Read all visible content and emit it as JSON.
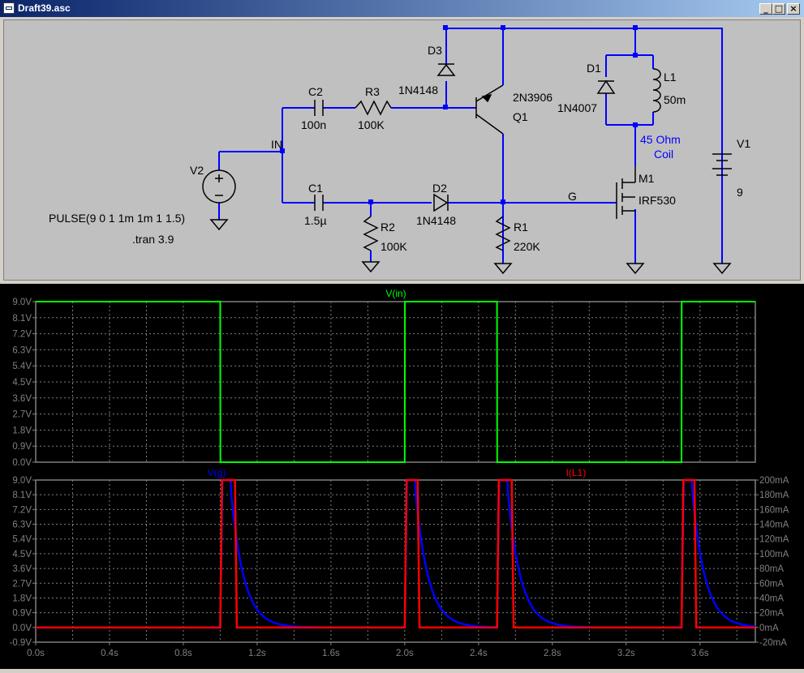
{
  "window": {
    "title": "Draft39.asc",
    "minimize": "_",
    "maximize": "□",
    "close": "×"
  },
  "schematic": {
    "labels": {
      "d3": "D3",
      "d3_model": "1N4148",
      "q1_model": "2N3906",
      "q1": "Q1",
      "d1": "D1",
      "d1_model": "1N4007",
      "l1": "L1",
      "l1_value": "50m",
      "coil_note_1": "45 Ohm",
      "coil_note_2": "Coil",
      "v1": "V1",
      "v1_value": "9",
      "c2": "C2",
      "c2_value": "100n",
      "r3": "R3",
      "r3_value": "100K",
      "in_label": "IN",
      "v2": "V2",
      "v2_value": "PULSE(9 0 1 1m 1m 1 1.5)",
      "tran": ".tran 3.9",
      "c1": "C1",
      "c1_value": "1.5µ",
      "d2": "D2",
      "d2_model": "1N4148",
      "r2": "R2",
      "r2_value": "100K",
      "r1": "R1",
      "r1_value": "220K",
      "m1": "M1",
      "m1_model": "IRF530",
      "g_label": "G"
    }
  },
  "plots": {
    "top": {
      "trace_label": "V(in)",
      "y_ticks": [
        "9.0V",
        "8.1V",
        "7.2V",
        "6.3V",
        "5.4V",
        "4.5V",
        "3.6V",
        "2.7V",
        "1.8V",
        "0.9V",
        "0.0V"
      ]
    },
    "bottom": {
      "trace_label_left": "V(g)",
      "trace_label_right": "I(L1)",
      "y_ticks_left": [
        "9.0V",
        "8.1V",
        "7.2V",
        "6.3V",
        "5.4V",
        "4.5V",
        "3.6V",
        "2.7V",
        "1.8V",
        "0.9V",
        "0.0V",
        "-0.9V"
      ],
      "y_ticks_right": [
        "200mA",
        "180mA",
        "160mA",
        "140mA",
        "120mA",
        "100mA",
        "80mA",
        "60mA",
        "40mA",
        "20mA",
        "0mA",
        "-20mA"
      ]
    },
    "x_ticks": [
      "0.0s",
      "0.4s",
      "0.8s",
      "1.2s",
      "1.6s",
      "2.0s",
      "2.4s",
      "2.8s",
      "3.2s",
      "3.6s"
    ]
  },
  "chart_data": [
    {
      "type": "line",
      "xlabel": "",
      "ylabel": "",
      "xlim": [
        0,
        3.9
      ],
      "ylim": [
        0,
        9
      ],
      "grid": true,
      "series": [
        {
          "name": "V(in)",
          "color": "#00ff00",
          "x": [
            0,
            1.0,
            1.001,
            2.0,
            2.001,
            2.5,
            2.501,
            3.5,
            3.501,
            3.9
          ],
          "y": [
            9,
            9,
            0,
            0,
            9,
            9,
            0,
            0,
            9,
            9
          ]
        }
      ]
    },
    {
      "type": "line",
      "xlabel": "",
      "ylabel": "",
      "xlim": [
        0,
        3.9
      ],
      "ylim": [
        -0.9,
        9
      ],
      "y2lim": [
        -20,
        200
      ],
      "grid": true,
      "series": [
        {
          "name": "V(g)",
          "color": "#0000ff",
          "axis": "left",
          "pulse_starts": [
            1.0,
            2.0,
            2.5,
            3.5
          ],
          "peak": 9,
          "high_duration": 0.06,
          "decay_tau": 0.07
        },
        {
          "name": "I(L1)",
          "color": "#ff0000",
          "axis": "right",
          "x": [
            0,
            1.0,
            1.01,
            1.08,
            1.09,
            2.0,
            2.01,
            2.07,
            2.08,
            2.5,
            2.51,
            2.58,
            2.59,
            3.5,
            3.51,
            3.57,
            3.58,
            3.9
          ],
          "y": [
            0,
            0,
            200,
            200,
            0,
            0,
            200,
            200,
            0,
            0,
            200,
            200,
            0,
            0,
            200,
            200,
            0,
            0
          ]
        }
      ]
    }
  ],
  "colors": {
    "v_in": "#00ff00",
    "v_g": "#0000ff",
    "i_l1": "#ff0000",
    "wire": "#0000ff",
    "grid": "#808080",
    "background": "#000000"
  }
}
